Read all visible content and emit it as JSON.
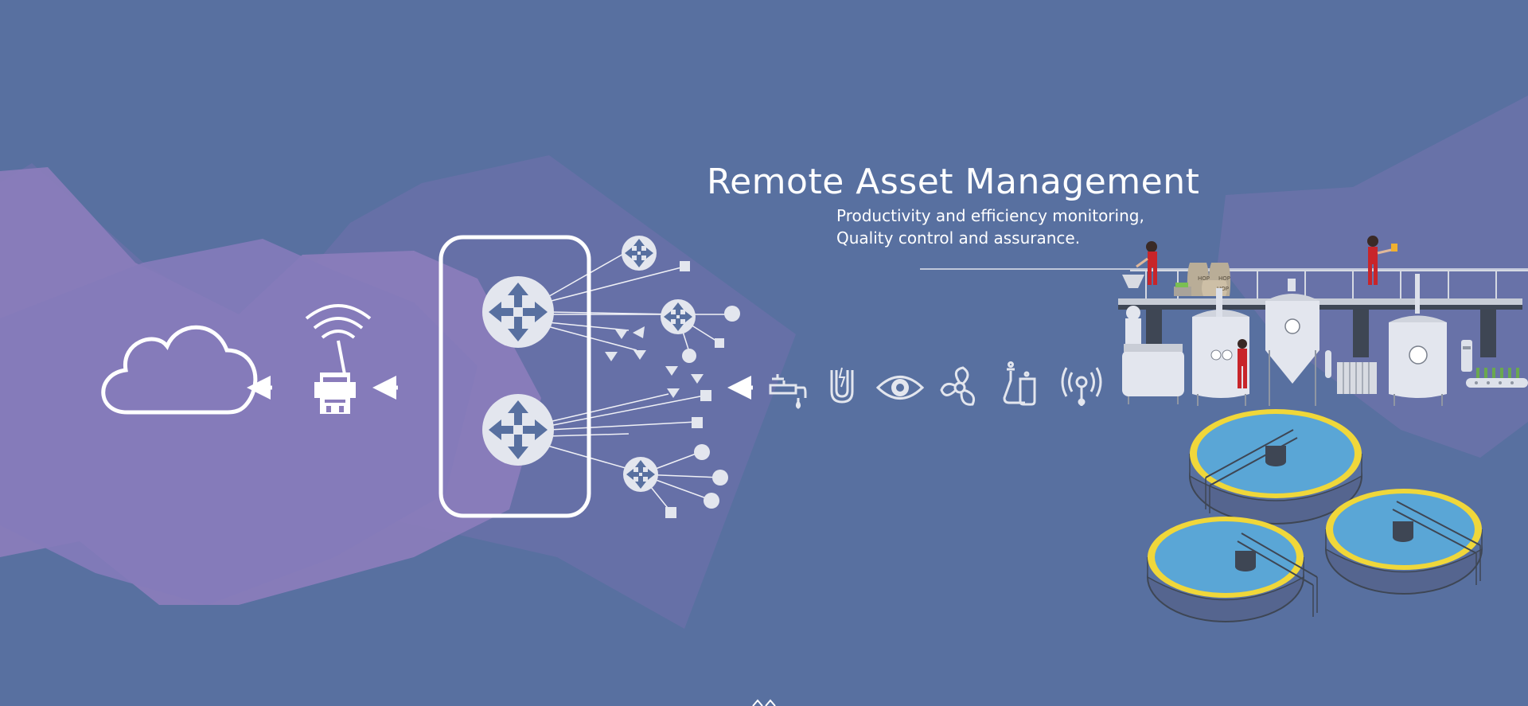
{
  "heading": {
    "title": "Remote Asset Management",
    "subtitle_line1": "Productivity and efficiency monitoring,",
    "subtitle_line2": "Quality control and assurance."
  },
  "labels": {
    "hop_bags": [
      "HOP",
      "HOP",
      "HOP"
    ]
  },
  "colors": {
    "background": "#5870a0",
    "purple_shape": "#8a7cbb",
    "mid_shape": "#6b74aa",
    "icon_white": "#ffffff",
    "icon_grey": "#dde1ea",
    "water_blue": "#5aa6d6",
    "tank_rim_yellow": "#e8d035",
    "worker_red": "#c8252a"
  },
  "icons": {
    "cloud": "cloud-icon",
    "wireless_gateway": "wireless-gateway-icon",
    "router_hub": "network-router-icon",
    "tap": "water-tap-icon",
    "magnet": "magnet-icon",
    "eye": "eye-icon",
    "fan": "fan-icon",
    "flask": "lab-flask-icon",
    "sensor": "antenna-sensor-icon"
  }
}
